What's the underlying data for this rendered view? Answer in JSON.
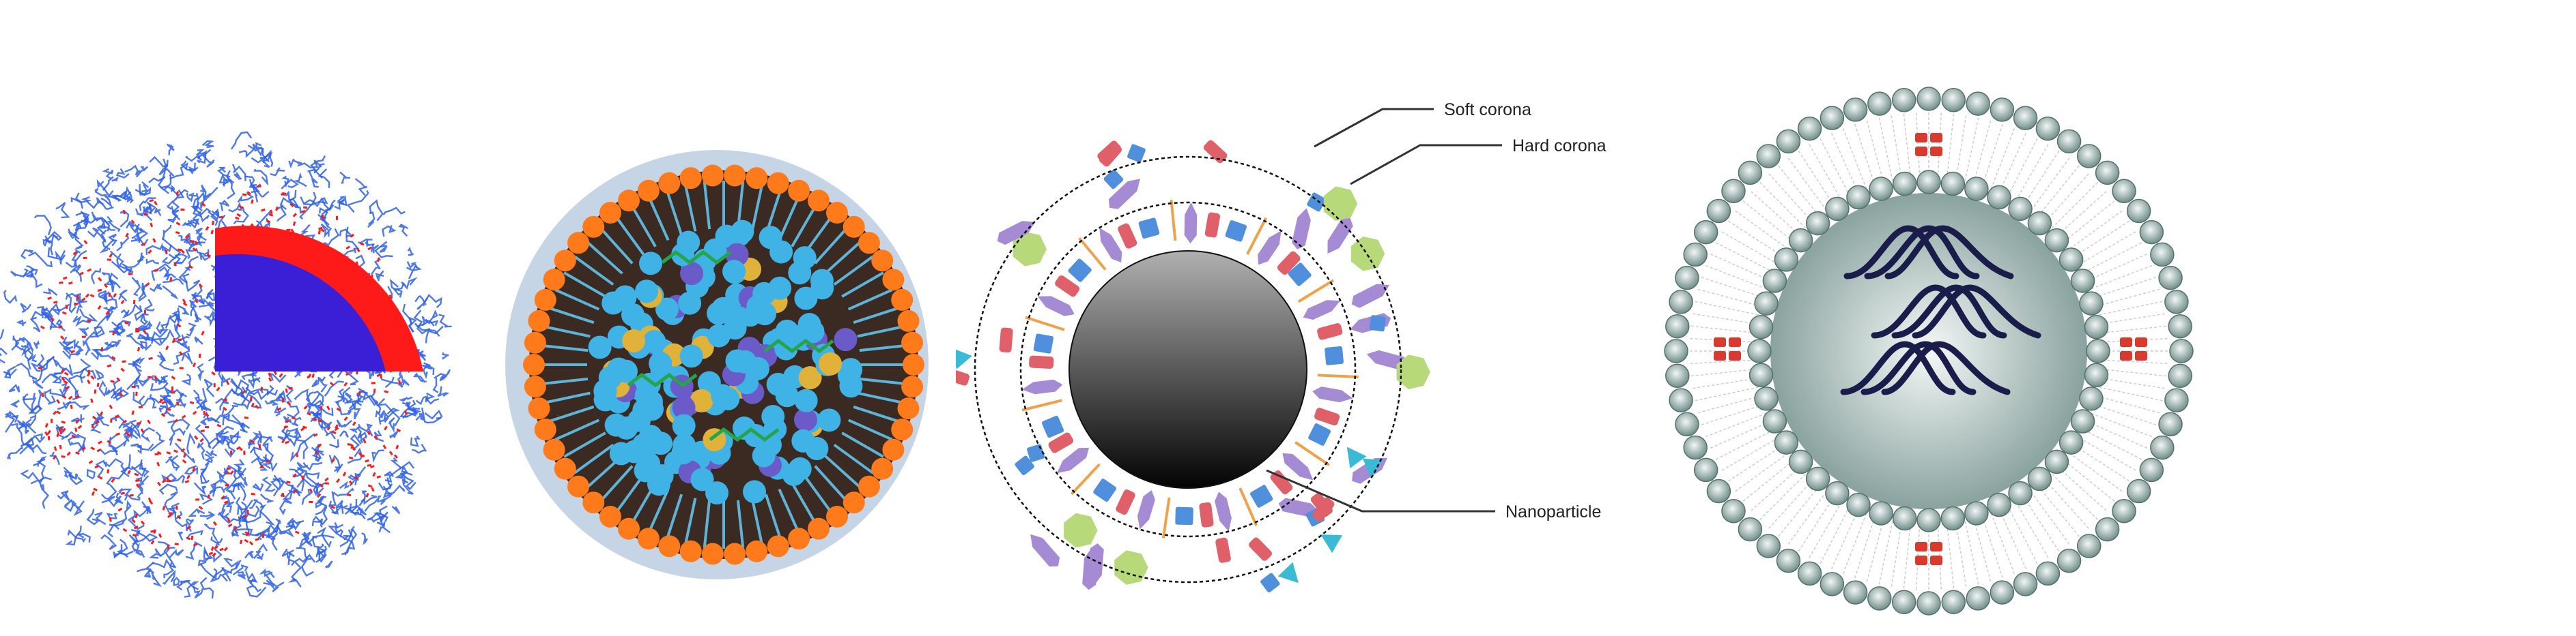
{
  "figure": {
    "panels": [
      {
        "id": "polymeric-micelle",
        "description": "Polymeric micelle cut-away: blue hydrophilic polymer brush corona with red hydrophobic shell and dark-blue core",
        "colors": {
          "corona": "#2f62e8",
          "shell": "#ff1a1a",
          "core": "#3a1fd6"
        }
      },
      {
        "id": "lipid-nanoparticle",
        "description": "Lipid nanoparticle with orange-headed outer lipid layer and cyan ionizable lipids encapsulating green nucleic acid strands",
        "colors": {
          "head": "#ff7a1a",
          "inner": "#3fb2e6",
          "cargo": "#25a548",
          "cholesterol": "#e0b23a",
          "helper": "#6b5bc9"
        }
      },
      {
        "id": "protein-corona",
        "description": "Nanoparticle surrounded by hard and soft protein corona layers",
        "labels": {
          "soft_corona": "Soft corona",
          "hard_corona": "Hard corona",
          "nanoparticle": "Nanoparticle"
        },
        "colors": {
          "core_top": "#a8a8a8",
          "core_bottom": "#050505",
          "protein_purple": "#a58ad4",
          "protein_red": "#e0606a",
          "protein_green": "#b7d97a",
          "protein_cyan": "#3bbad6",
          "protein_blue": "#4f8fdc",
          "protein_orange": "#f0a24a"
        }
      },
      {
        "id": "liposome-dna",
        "description": "Liposome bilayer of grey-teal lipid heads with red membrane proteins, aqueous core carrying three DNA double helices",
        "colors": {
          "head": "#8aa6a2",
          "core": "#c7d6d3",
          "dna": "#1a1d4a",
          "protein": "#d83a2e"
        }
      }
    ]
  }
}
